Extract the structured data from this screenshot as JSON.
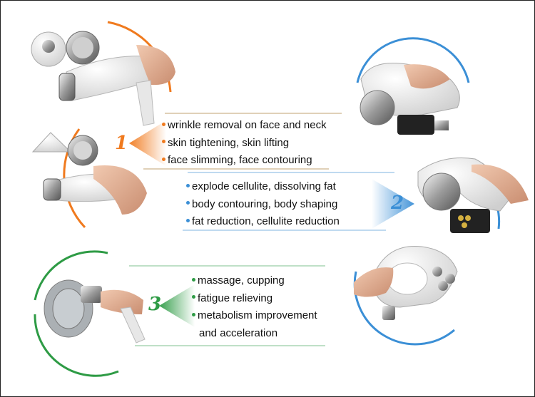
{
  "colors": {
    "orange": "#f07a1e",
    "blue": "#3b8fd6",
    "green": "#2e9b45"
  },
  "sections": [
    {
      "number": "1",
      "color_name": "orange",
      "features": [
        "wrinkle removal on face and neck",
        "skin tightening, skin lifting",
        "face slimming, face contouring"
      ]
    },
    {
      "number": "2",
      "color_name": "blue",
      "features": [
        "explode cellulite, dissolving fat",
        "body contouring, body shaping",
        "fat reduction, cellulite reduction"
      ]
    },
    {
      "number": "3",
      "color_name": "green",
      "features": [
        "massage,  cupping",
        "fatigue relieving",
        "metabolism improvement",
        "and acceleration"
      ]
    }
  ],
  "images": [
    {
      "name": "face-rf-handpiece-top",
      "description_icon": "handheld-device-icon"
    },
    {
      "name": "face-rf-handpiece-bottom",
      "description_icon": "handheld-device-icon"
    },
    {
      "name": "cavitation-handpiece-top",
      "description_icon": "loop-handle-device-icon"
    },
    {
      "name": "cavitation-handpiece-middle",
      "description_icon": "loop-handle-device-icon"
    },
    {
      "name": "tripolar-rf-handpiece",
      "description_icon": "loop-handle-device-icon"
    },
    {
      "name": "vacuum-cupping-handpiece",
      "description_icon": "cup-device-icon"
    }
  ]
}
